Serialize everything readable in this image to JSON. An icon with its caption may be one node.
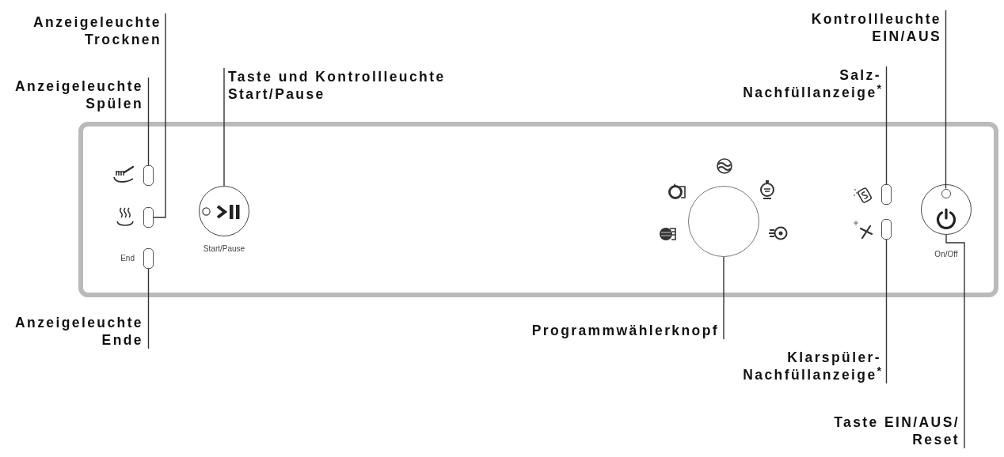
{
  "diagram": {
    "nodes": [
      {
        "text": [
          "Anzeigeleuchte Trocknen"
        ]
      },
      {
        "text": [
          "Kontrollleuchte EIN/AUS"
        ]
      },
      {
        "text": [
          "Anzeigeleuchte Spülen"
        ]
      },
      {
        "text": [
          "Taste und Kontrollleuchte Start/Pause"
        ]
      },
      {
        "text": [
          "Salz- Nachfüllanzeige$^{*}$"
        ]
      },
      {
        "text": [],
        "shape": "box"
      },
      {
        "text": [],
        "shape": "box",
        "in": 5
      },
      {
        "text": [],
        "shape": "box",
        "in": 5
      },
      {
        "text": [],
        "shape": "box",
        "in": 5,
        "beside": [
          "End"
        ]
      },
      {
        "text": [],
        "shape": "circle",
        "in": 5,
        "beside": [
          "Start/Pause"
        ]
      },
      {
        "text": [],
        "shape": "circle",
        "in": 5
      },
      {
        "text": [],
        "shape": "box",
        "in": 5
      },
      {
        "text": [],
        "shape": "box",
        "in": 5
      },
      {
        "text": [],
        "shape": "circle",
        "in": 5,
        "beside": [
          "On/Off"
        ]
      },
      {
        "text": [],
        "shape": "circle",
        "in": 13
      },
      {
        "text": [
          "Anzeigeleuchte Ende"
        ]
      },
      {
        "text": [
          "Programmwählerknopf"
        ]
      },
      {
        "text": [
          "Klarspüler- Nachfüllanzeige$^{*}$"
        ]
      },
      {
        "text": [
          "Taste EIN/AUS/ Reset"
        ]
      }
    ],
    "edges": [
      {
        "from": 0,
        "to": 7,
        "arrow": "none"
      },
      {
        "from": 1,
        "to": 14,
        "arrow": "none"
      },
      {
        "from": 2,
        "to": 6,
        "arrow": "none"
      },
      {
        "from": 3,
        "to": 9,
        "arrow": "none"
      },
      {
        "from": 4,
        "to": 11,
        "arrow": "none"
      },
      {
        "from": 15,
        "to": 8,
        "arrow": "none"
      },
      {
        "from": 16,
        "to": 10,
        "arrow": "none"
      },
      {
        "from": 17,
        "to": 12,
        "arrow": "none"
      },
      {
        "from": 18,
        "to": 13,
        "arrow": "none"
      }
    ]
  }
}
